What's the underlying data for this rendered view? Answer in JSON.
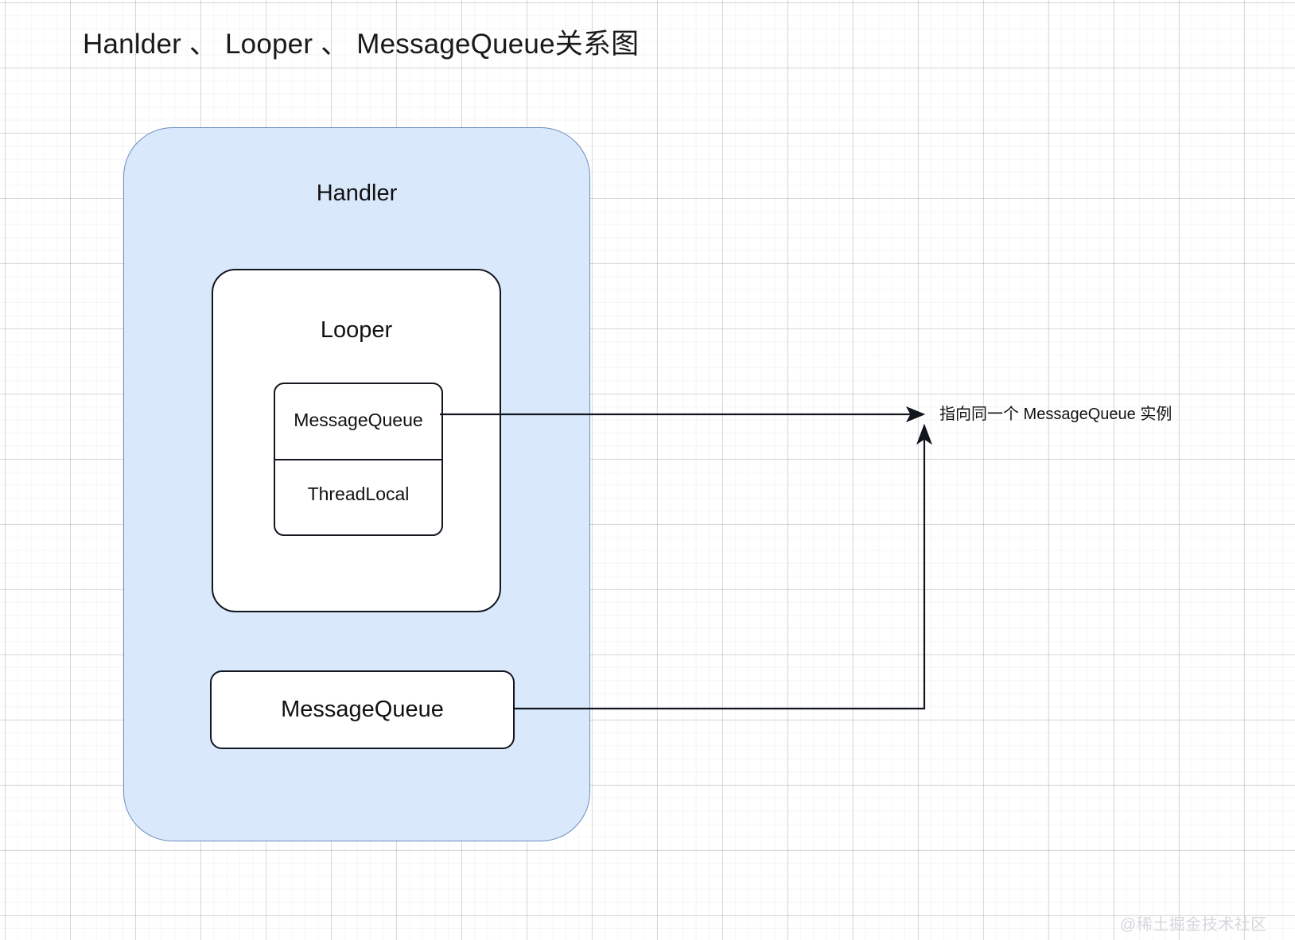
{
  "page": {
    "title": "Hanlder 、 Looper 、 MessageQueue关系图",
    "watermark": "@稀土掘金技术社区",
    "background": "#ffffff",
    "grid_minor_color": "#f2f2f2",
    "grid_major_color": "#e0e0e0"
  },
  "diagram": {
    "handler": {
      "label": "Handler",
      "fill": "#dae8fc",
      "stroke": "#6c8ebf"
    },
    "looper": {
      "label": "Looper",
      "fill": "#ffffff",
      "stroke": "#12161f"
    },
    "looper_fields": {
      "top": "MessageQueue",
      "bottom": "ThreadLocal",
      "fill": "#ffffff",
      "stroke": "#12161f"
    },
    "handler_queue": {
      "label": "MessageQueue",
      "fill": "#ffffff",
      "stroke": "#12161f"
    },
    "annotation": {
      "text": "指向同一个 MessageQueue 实例",
      "color": "#111111"
    },
    "edges": [
      {
        "from": "looper-message-queue",
        "to": "shared-instance-note",
        "style": "orthogonal-arrow"
      },
      {
        "from": "handler-message-queue",
        "to": "shared-instance-note",
        "style": "orthogonal-arrow"
      }
    ]
  }
}
